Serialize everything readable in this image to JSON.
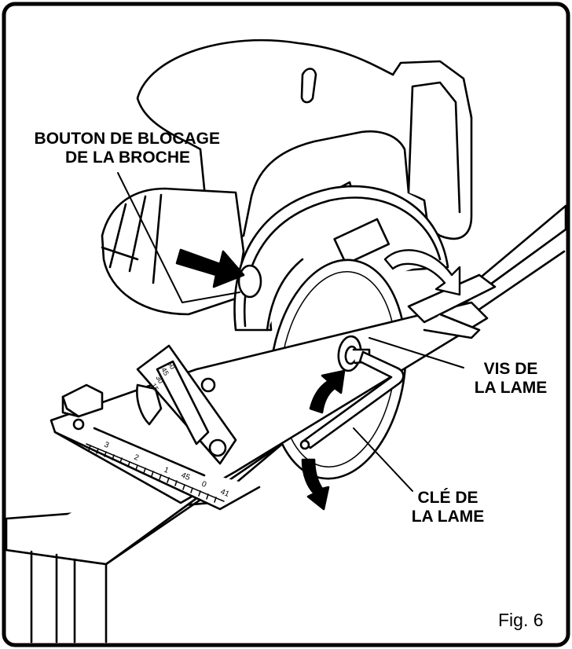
{
  "labels": {
    "spindle_lock": {
      "line1": "BOUTON DE BLOCAGE",
      "line2": "DE LA BROCHE"
    },
    "blade_screw": {
      "line1": "VIS DE",
      "line2": "LA LAME"
    },
    "blade_wrench": {
      "line1": "CLÉ DE",
      "line2": "LA LAME"
    }
  },
  "scale_marks": [
    "3",
    "2",
    "1",
    "45",
    "0",
    "41"
  ],
  "bevel_marks": [
    "50",
    "45",
    "30",
    "15"
  ],
  "figure_label": "Fig. 6"
}
